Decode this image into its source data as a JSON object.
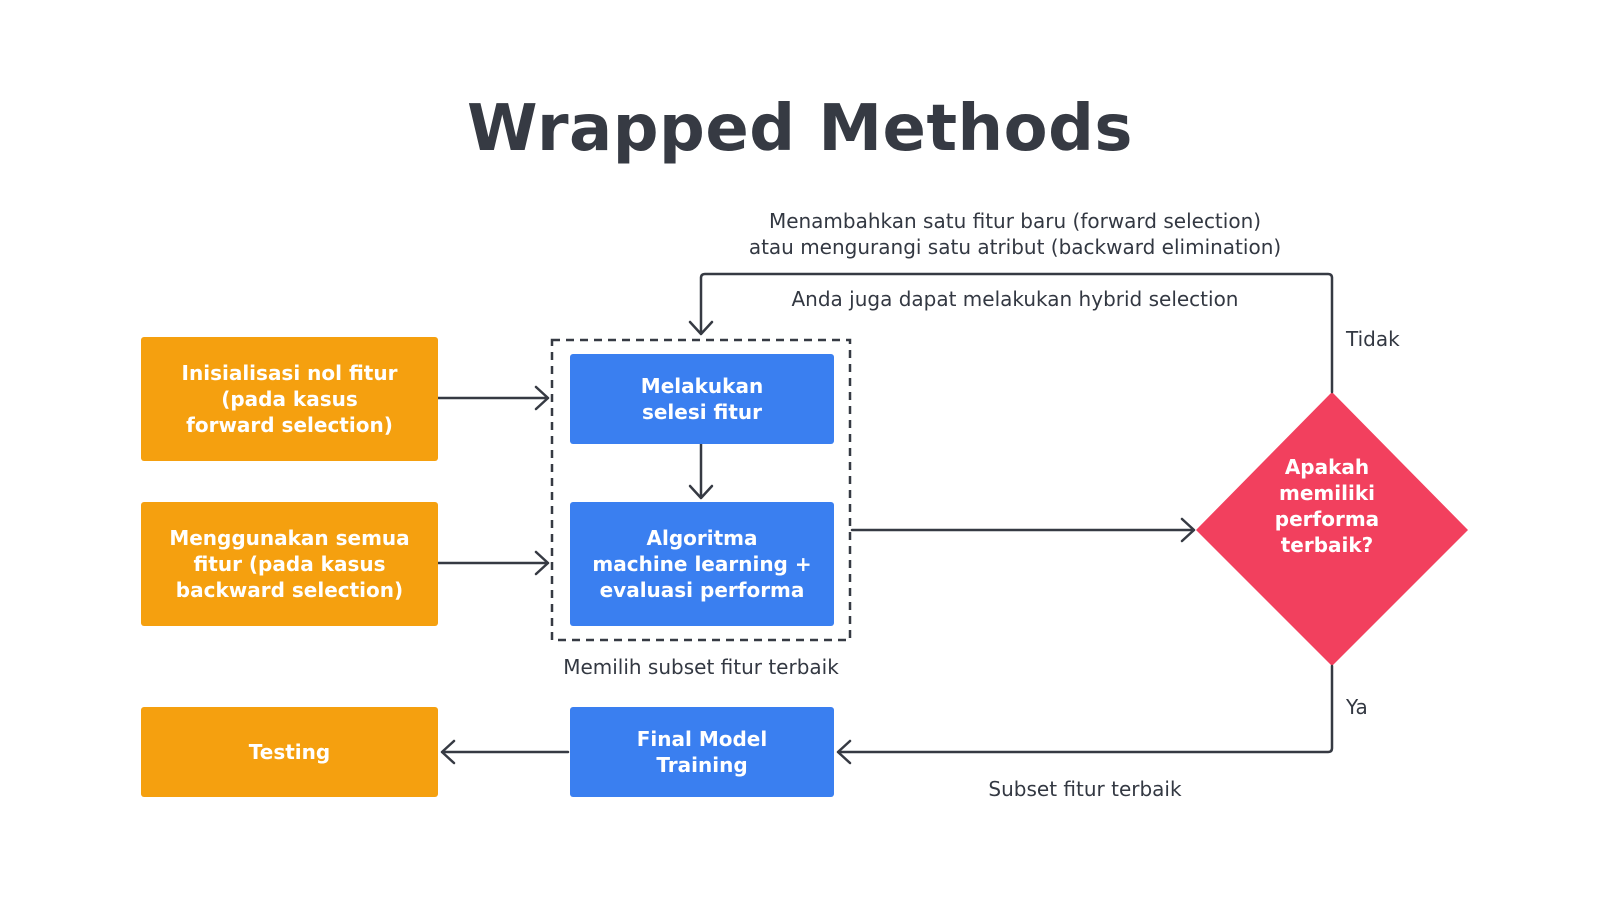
{
  "title": "Wrapped Methods",
  "boxes": {
    "init_zero": "Inisialisasi nol fitur\n(pada kasus\nforward selection)",
    "use_all": "Menggunakan semua\nfitur (pada kasus\nbackward selection)",
    "testing": "Testing",
    "feature_selection": "Melakukan\nselesi fitur",
    "ml_eval": "Algoritma\nmachine learning +\nevaluasi performa",
    "final_training": "Final Model\nTraining"
  },
  "decision": "Apakah\nmemiliki\nperforma\nterbaik?",
  "labels": {
    "loop_top": "Menambahkan satu fitur baru (forward selection)\natau mengurangi satu atribut (backward elimination)",
    "hybrid": "Anda juga dapat melakukan hybrid selection",
    "no": "Tidak",
    "yes": "Ya",
    "subset_group": "Memilih subset fitur terbaik",
    "subset_best": "Subset fitur terbaik"
  },
  "colors": {
    "orange": "#f5a00f",
    "blue": "#3a7ff0",
    "decision": "#f2405e",
    "line": "#363a43"
  }
}
